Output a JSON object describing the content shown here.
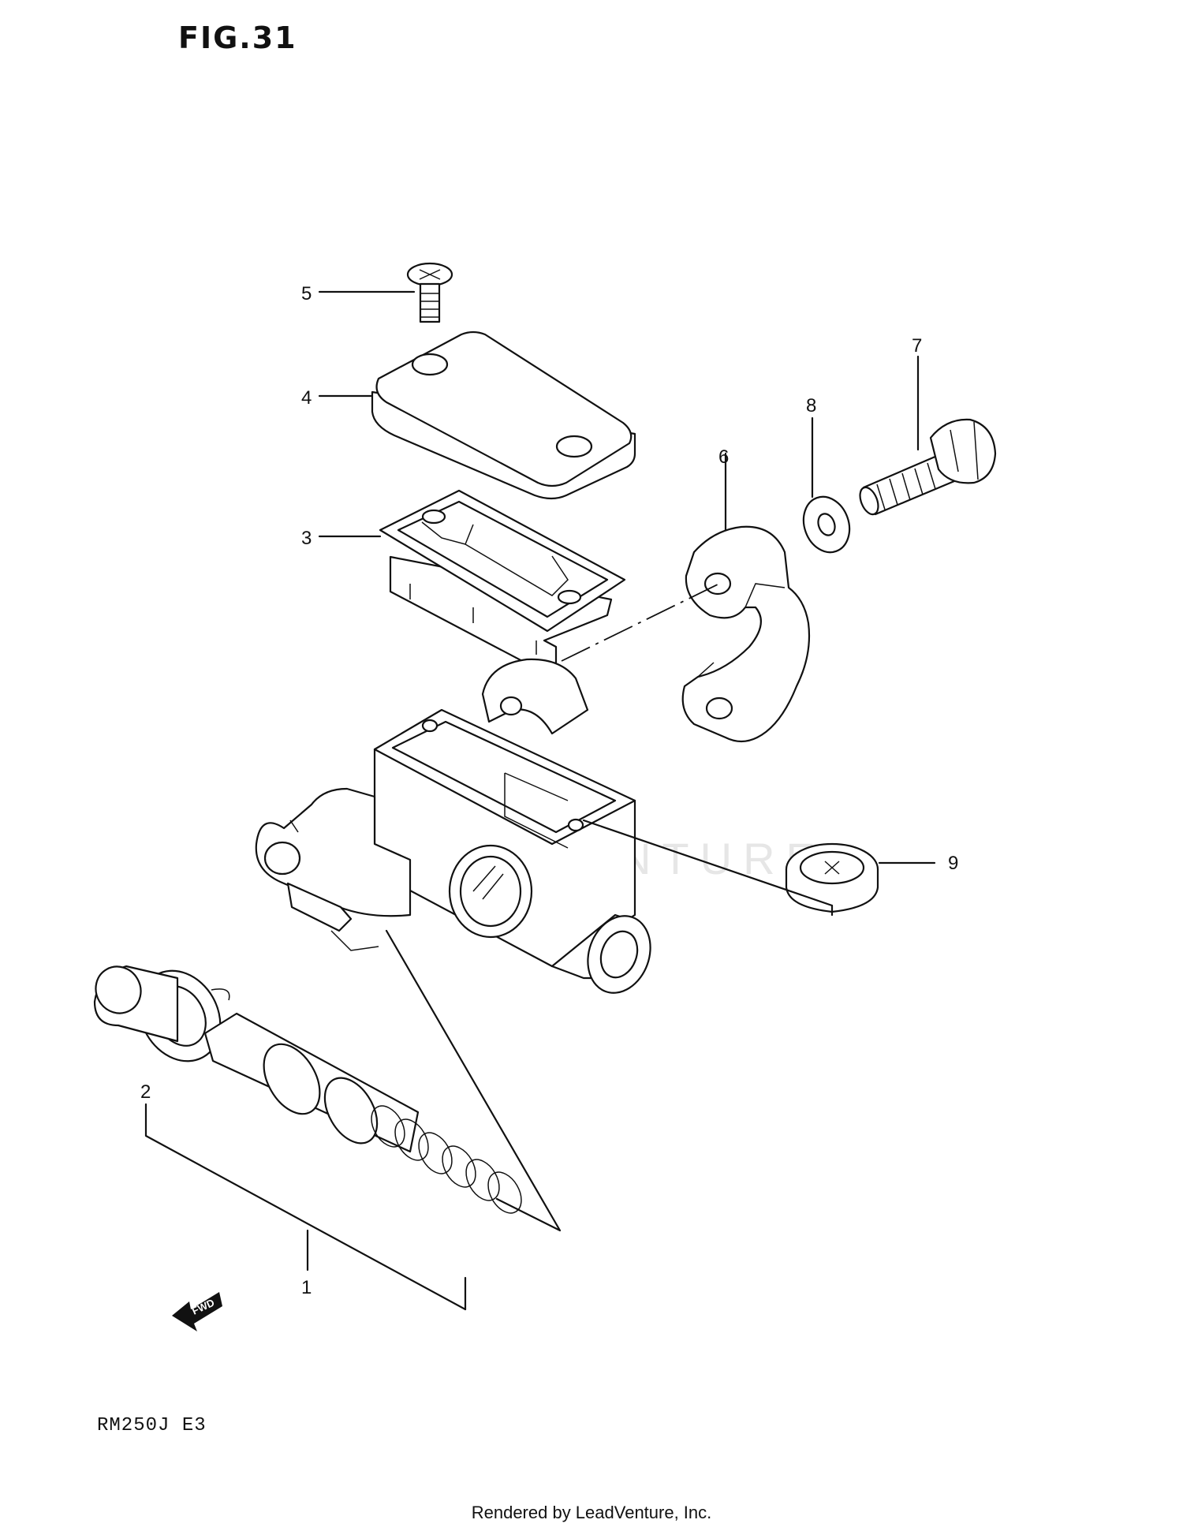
{
  "figure": {
    "title": "FIG.31"
  },
  "model_code": "RM250J  E3",
  "watermark": "LEADVENTURE",
  "footer": "Rendered by LeadVenture, Inc.",
  "direction_arrow": {
    "label": "FWD"
  },
  "callouts": [
    {
      "num": "1",
      "part": "piston-kit"
    },
    {
      "num": "2",
      "part": "circlip"
    },
    {
      "num": "3",
      "part": "reservoir-diaphragm"
    },
    {
      "num": "4",
      "part": "reservoir-cap"
    },
    {
      "num": "5",
      "part": "cap-screw"
    },
    {
      "num": "6",
      "part": "clamp-holder"
    },
    {
      "num": "7",
      "part": "clamp-bolt"
    },
    {
      "num": "8",
      "part": "washer"
    },
    {
      "num": "9",
      "part": "boot"
    }
  ]
}
